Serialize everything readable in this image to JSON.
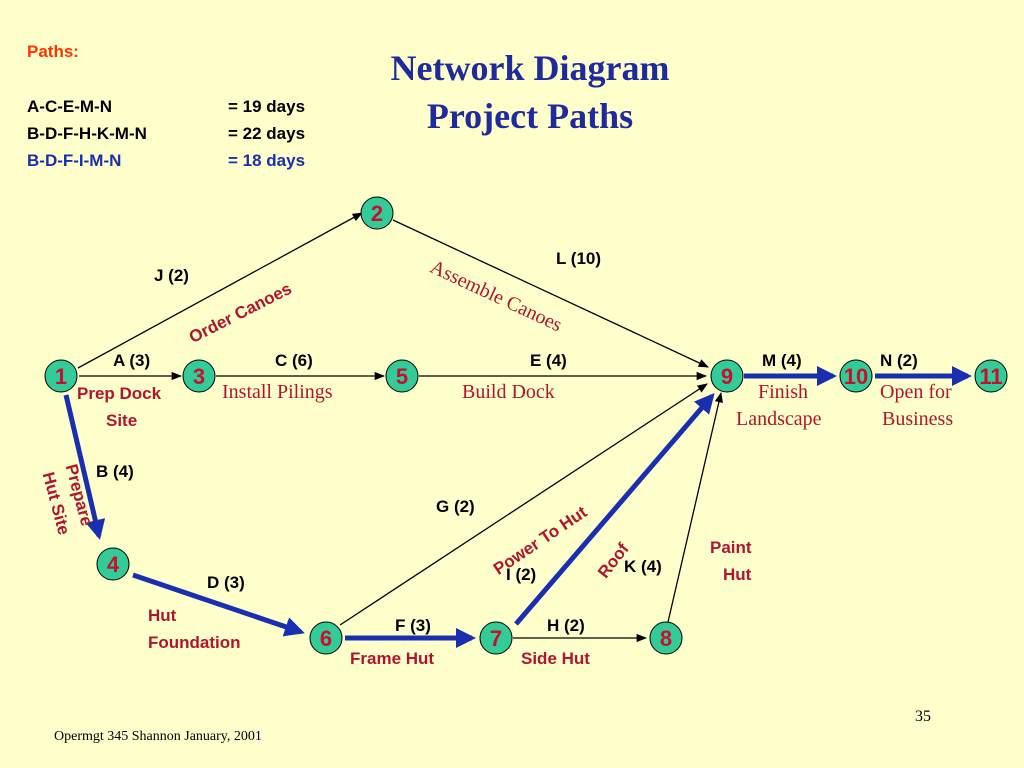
{
  "slide": {
    "title_line1": "Network Diagram",
    "title_line2": "Project Paths",
    "page_number": "35",
    "footer": "Opermgt 345 Shannon   January, 2001"
  },
  "paths": {
    "heading": "Paths:",
    "rows": [
      {
        "name": "A-C-E-M-N",
        "duration": "= 19 days"
      },
      {
        "name": "B-D-F-H-K-M-N",
        "duration": "=  22 days"
      },
      {
        "name": "B-D-F-I-M-N",
        "duration": "=  18 days"
      }
    ]
  },
  "colors": {
    "background": "#FFFFCC",
    "node_fill": "#33CC99",
    "node_number": "#C8102E",
    "critical_arrow": "#1A2FB0",
    "task_text": "#B01530",
    "title": "#1F2A9C"
  },
  "nodes": [
    "1",
    "2",
    "3",
    "4",
    "5",
    "6",
    "7",
    "8",
    "9",
    "10",
    "11"
  ],
  "edges": {
    "J": "J (2)",
    "L": "L (10)",
    "A": "A (3)",
    "C": "C (6)",
    "E": "E (4)",
    "M": "M (4)",
    "N": "N (2)",
    "B": "B (4)",
    "G": "G (2)",
    "D": "D (3)",
    "I": "I (2)",
    "K": "K (4)",
    "F": "F (3)",
    "H": "H (2)"
  },
  "tasks": {
    "order_canoes": "Order Canoes",
    "assemble_canoes": "Assemble Canoes",
    "prep_dock_1": "Prep Dock",
    "prep_dock_2": "Site",
    "install_pilings": "Install Pilings",
    "build_dock": "Build Dock",
    "finish_1": "Finish",
    "finish_2": "Landscape",
    "open_1": "Open for",
    "open_2": "Business",
    "prepare_1": "Prepare",
    "prepare_2": "Hut Site",
    "power_to_hut": "Power To Hut",
    "roof": "Roof",
    "paint_1": "Paint",
    "paint_2": "Hut",
    "hut_found_1": "Hut",
    "hut_found_2": "Foundation",
    "frame_hut": "Frame Hut",
    "side_hut": "Side Hut"
  }
}
